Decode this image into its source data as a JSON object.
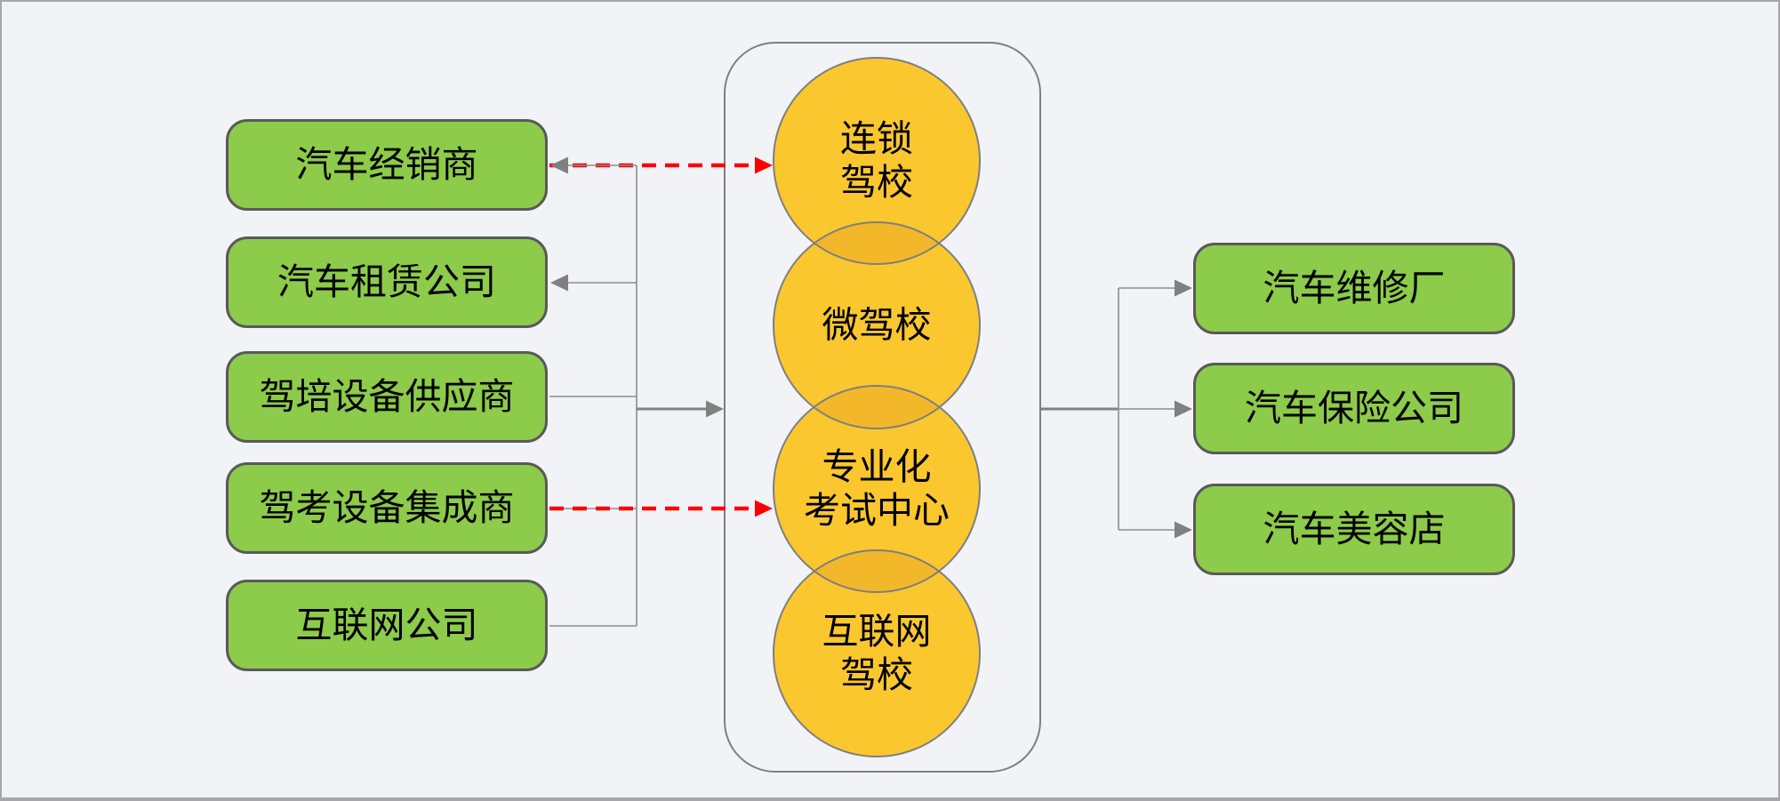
{
  "colors": {
    "bg": "#F2F3F7",
    "frame": "#A7A7AB",
    "green": "#8DCB4A",
    "green_border": "#595959",
    "yellow": "#FBC72F",
    "yellow_overlap": "#F3B82A",
    "shape_stroke": "#7F7F7F",
    "line_gray": "#8C8C8C",
    "line_gray_dark": "#808080",
    "red": "#FF0000",
    "text": "#000000"
  },
  "left_column": {
    "items": [
      {
        "label": "汽车经销商"
      },
      {
        "label": "汽车租赁公司"
      },
      {
        "label": "驾培设备供应商"
      },
      {
        "label": "驾考设备集成商"
      },
      {
        "label": "互联网公司"
      }
    ]
  },
  "center_group": {
    "circles": [
      {
        "label": "连锁\n驾校"
      },
      {
        "label": "微驾校"
      },
      {
        "label": "专业化\n考试中心"
      },
      {
        "label": "互联网\n驾校"
      }
    ]
  },
  "right_column": {
    "items": [
      {
        "label": "汽车维修厂"
      },
      {
        "label": "汽车保险公司"
      },
      {
        "label": "汽车美容店"
      }
    ]
  },
  "connections": [
    {
      "from": "center-group",
      "to": "汽车经销商",
      "style": "gray-solid-arrow"
    },
    {
      "from": "汽车经销商",
      "to": "连锁驾校",
      "style": "red-dashed-arrow"
    },
    {
      "from": "center-group",
      "to": "汽车租赁公司",
      "style": "gray-solid-arrow"
    },
    {
      "from": "驾培设备供应商",
      "to": "center-group",
      "style": "gray-solid-arrow"
    },
    {
      "from": "驾考设备集成商",
      "to": "专业化考试中心",
      "style": "red-dashed-arrow"
    },
    {
      "from": "互联网公司",
      "to": "center-group",
      "style": "gray-solid-arrow"
    },
    {
      "from": "center-group",
      "to": "汽车维修厂",
      "style": "gray-solid-arrow"
    },
    {
      "from": "center-group",
      "to": "汽车保险公司",
      "style": "gray-solid-arrow"
    },
    {
      "from": "center-group",
      "to": "汽车美容店",
      "style": "gray-solid-arrow"
    }
  ]
}
